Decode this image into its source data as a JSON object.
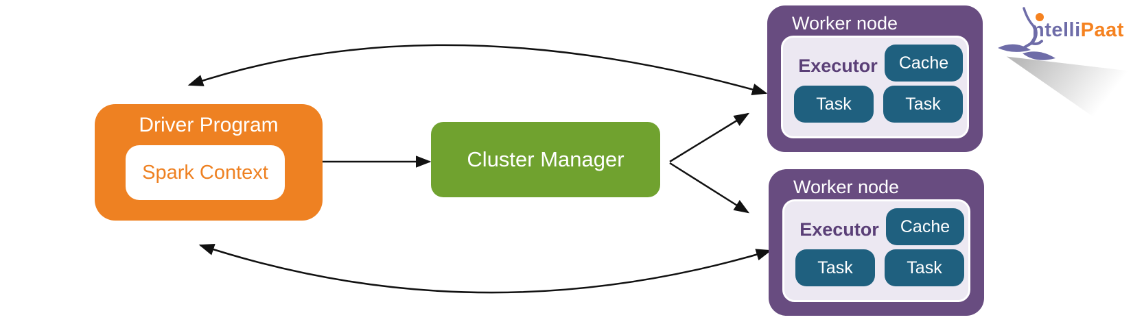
{
  "driver": {
    "title": "Driver Program",
    "context": "Spark Context"
  },
  "cluster_manager": {
    "label": "Cluster Manager"
  },
  "workers": [
    {
      "title": "Worker node",
      "executor": "Executor",
      "cache": "Cache",
      "tasks": [
        "Task",
        "Task"
      ]
    },
    {
      "title": "Worker node",
      "executor": "Executor",
      "cache": "Cache",
      "tasks": [
        "Task",
        "Task"
      ]
    }
  ],
  "logo": {
    "text_primary": "ntelli",
    "text_secondary": "Paat"
  },
  "colors": {
    "driver_orange": "#EE8122",
    "cluster_green": "#70A22F",
    "worker_purple": "#684C80",
    "executor_panel": "#ECE8F2",
    "executor_text": "#5A3F77",
    "task_teal": "#1F607F",
    "arrow_black": "#111111",
    "logo_purple": "#6E6CA8",
    "logo_orange": "#F58220"
  }
}
